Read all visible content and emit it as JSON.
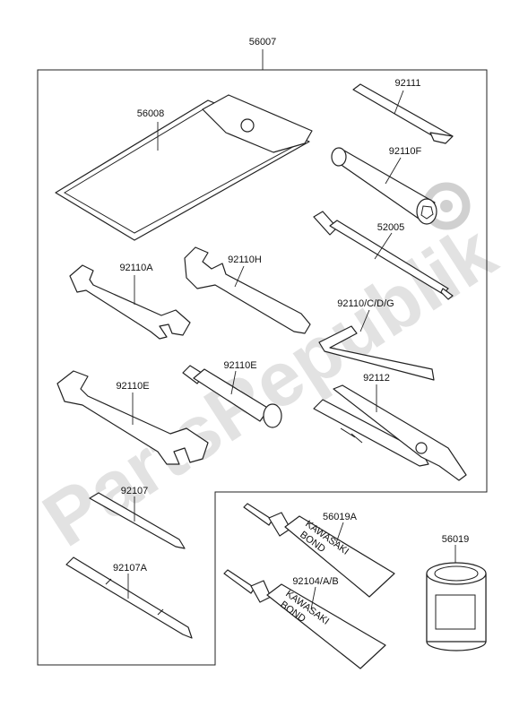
{
  "diagram": {
    "kit_label": "56007",
    "watermark": "PartsRepublik",
    "parts": [
      {
        "id": "56008",
        "label": "56008"
      },
      {
        "id": "92111",
        "label": "92111"
      },
      {
        "id": "92110F",
        "label": "92110F"
      },
      {
        "id": "52005",
        "label": "52005"
      },
      {
        "id": "92110A",
        "label": "92110A"
      },
      {
        "id": "92110H",
        "label": "92110H"
      },
      {
        "id": "92110CDG",
        "label": "92110/C/D/G"
      },
      {
        "id": "92110E_wrench",
        "label": "92110E"
      },
      {
        "id": "92110E_socket",
        "label": "92110E"
      },
      {
        "id": "92112",
        "label": "92112"
      },
      {
        "id": "92107",
        "label": "92107"
      },
      {
        "id": "92107A",
        "label": "92107A"
      },
      {
        "id": "56019A",
        "label": "56019A"
      },
      {
        "id": "92104AB",
        "label": "92104/A/B"
      },
      {
        "id": "56019",
        "label": "56019"
      }
    ],
    "tube_brand": "KAWASAKI",
    "tube_product": "BOND"
  }
}
